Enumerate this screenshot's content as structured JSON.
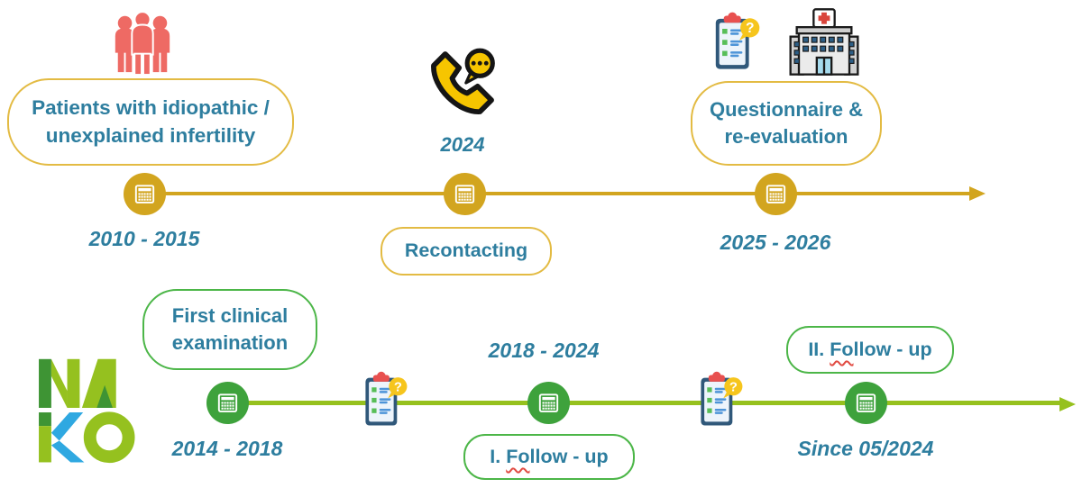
{
  "colors": {
    "gold": "#D2A51F",
    "gold_pill_border": "#E3BB43",
    "leaf_green_line": "#96C11E",
    "green_circle": "#3EA23C",
    "green_pill_border": "#4CB648",
    "teal_text": "#2E7E9F",
    "coral_people": "#EE6A64",
    "phone_yellow": "#F6C500",
    "squiggle_red": "#E14B42",
    "nako_bright_green": "#95C11F",
    "nako_dark_green": "#3E9434",
    "nako_blue": "#2FA8E1"
  },
  "icons": {
    "people_group": "people-group-icon",
    "phone_chat": "phone-chat-icon",
    "questionnaire_clipboard": "questionnaire-clipboard-icon",
    "hospital": "hospital-icon",
    "calendar": "calendar-icon",
    "nako_logo": "nako-logo"
  },
  "top_timeline": {
    "patients_bubble": {
      "line1": "Patients with idiopathic /",
      "line2": "unexplained infertility"
    },
    "start_date": "2010 - 2015",
    "phone_year": "2024",
    "recontacting_bubble": "Recontacting",
    "questionnaire_bubble": {
      "line1": "Questionnaire &",
      "line2": "re-evaluation"
    },
    "end_date": "2025 - 2026"
  },
  "bottom_timeline": {
    "logo_text": "NAKO",
    "first_exam_bubble": {
      "line1": "First clinical",
      "line2": "examination"
    },
    "start_date": "2014 - 2018",
    "mid_date": "2018 - 2024",
    "follow_up_1": {
      "pre": "I. ",
      "mark": "Fo",
      "rest": "llow - up"
    },
    "follow_up_2": {
      "pre": "II. ",
      "mark": "Fo",
      "rest": "llow - up"
    },
    "end_date": "Since 05/2024"
  }
}
